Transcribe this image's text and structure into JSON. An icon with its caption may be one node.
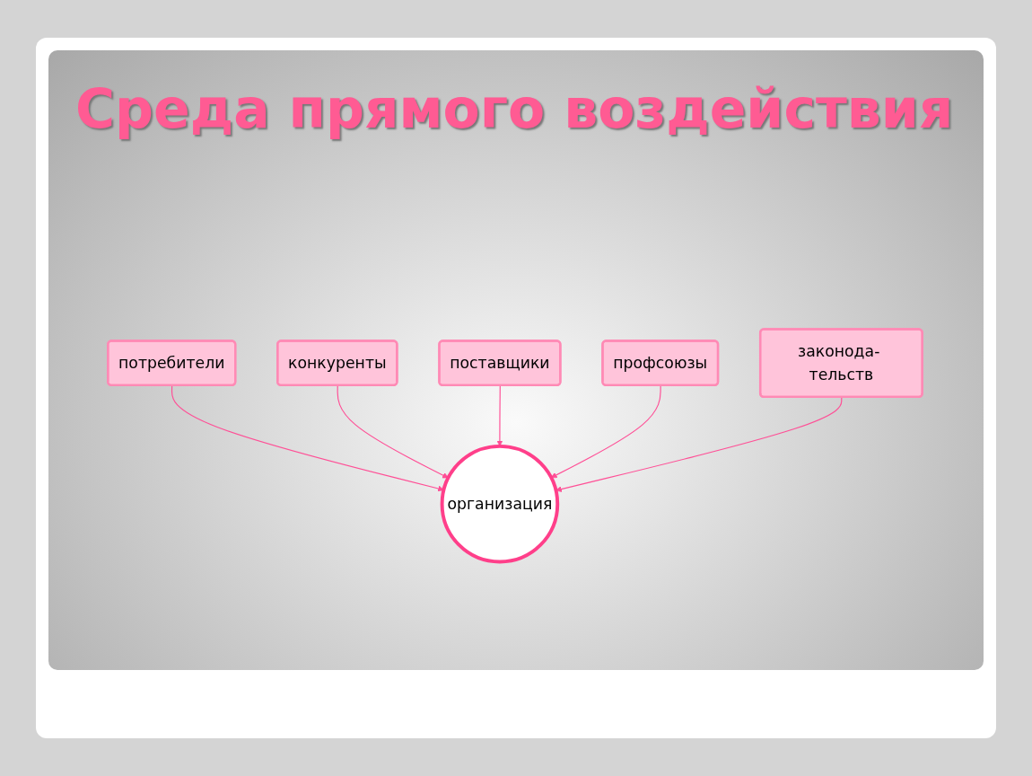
{
  "diagram": {
    "title": "Среда прямого воздействия",
    "nodes": [
      {
        "text": [
          "потребители"
        ]
      },
      {
        "text": [
          "конкуренты"
        ]
      },
      {
        "text": [
          "организация"
        ]
      },
      {
        "text": [
          "поставщики"
        ]
      },
      {
        "text": [
          "профсоюзы"
        ]
      },
      {
        "text": [
          "законода- тельств"
        ]
      }
    ],
    "edges": [
      {
        "from": 0,
        "to": 2,
        "arrow": "to"
      },
      {
        "from": 1,
        "to": 2,
        "arrow": "to"
      },
      {
        "from": 3,
        "to": 2,
        "arrow": "to"
      },
      {
        "from": 4,
        "to": 2,
        "arrow": "to"
      },
      {
        "from": 5,
        "to": 2,
        "arrow": "to"
      }
    ]
  }
}
